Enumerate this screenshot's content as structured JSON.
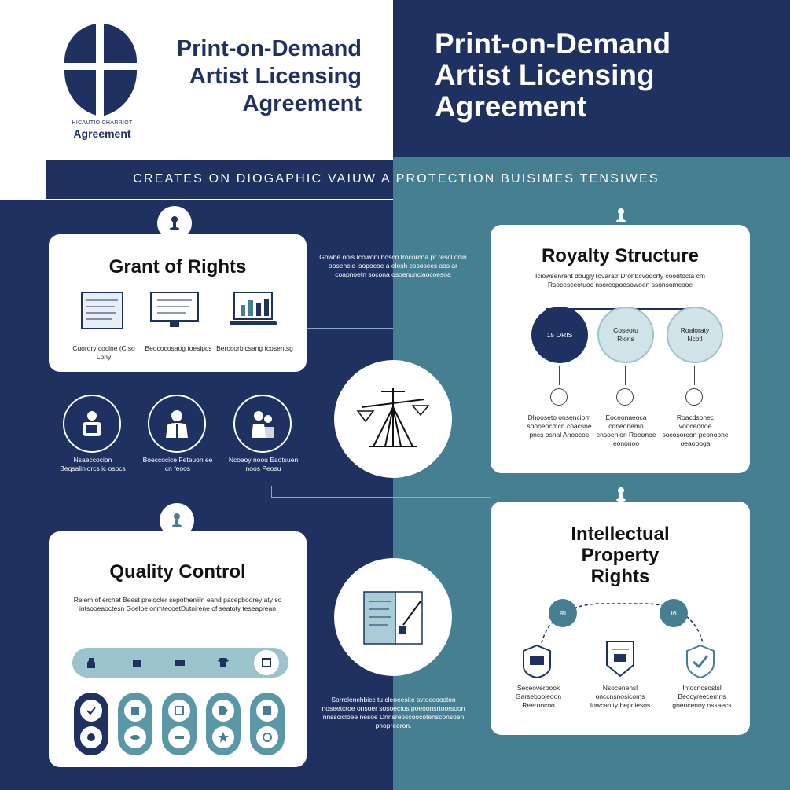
{
  "header": {
    "logo_caption_small": "HICAUTIO CHARRIOT",
    "logo_caption": "Agreement",
    "title_left": [
      "Print-on-Demand",
      "Artist Licensing",
      "Agreement"
    ],
    "title_right": [
      "Print-on-Demand",
      "Artist Licensing",
      "Agreement"
    ]
  },
  "banner": {
    "text": "CREATES ON DIOGAPHIC VAIUW A PROTECTION BUISIMES TENSIWES"
  },
  "grant": {
    "title": "Grant of Rights",
    "items": [
      {
        "icon": "document-icon",
        "label": "Cuorory cocine (Ciso Lony"
      },
      {
        "icon": "monitor-icon",
        "label": "Beococosaog toesipcs"
      },
      {
        "icon": "laptop-chart-icon",
        "label": "Berocorbicsang tcosentsg"
      }
    ]
  },
  "middle_left": {
    "paragraph": "Gowbe onis Icowoni bosco trocorcoa pr rescl onin oosencie lsopocoe a elosh cososecs aos ar coapnoetn socona osoenunciaocoesoa",
    "people": [
      {
        "icon": "group-icon",
        "label": "Nsaeccocion Beqsaliniorcs ic osocs"
      },
      {
        "icon": "person-icon",
        "label": "Boeccocice Feteuon ee cn feoos"
      },
      {
        "icon": "people-icon",
        "label": "Ncoeoy noou Eaotsuen noos Peosu"
      }
    ]
  },
  "royalty": {
    "title": "Royalty Structure",
    "subtitle": "Iciowsenrent douglyTovaratr Dronbcvodcrty coodtocta cm Rsocesceotuoc nsorcopoosowoen ssonsomcooe",
    "tiers": [
      {
        "label": "15 ORIS",
        "text": "Dhooseto onsenciom soooeocmcn coacsne pncs osnal Anoocoe"
      },
      {
        "label": "Coseotu Rioris",
        "text": "Eoceonaeoca coneonemn ensoenion Roeonoe eononoo"
      },
      {
        "label": "Roaloraty Ncotl",
        "text": "Roacdsonec vooceonoe socosoreon peonoone oeaopoga"
      }
    ]
  },
  "quality": {
    "title": "Quality Control",
    "paragraph": "Relem of erchet Beest preiocler sepotheniiln eand pacepboorey aty so intsooeaoctesn Goelpe onmtecoetDutnirene of seatoty teseaprean"
  },
  "bottom_text": "Sorrolenchbicc tu cleoeesite svtoccooston noseetcroe onsoer sosoectos poeoonsrtoorsoon nnsscicloee nesoe Dnnsreoscoocotensconsoen pnopreoron.",
  "ip": {
    "title": [
      "Intellectual",
      "Property",
      "Rights"
    ],
    "badges": [
      "RI",
      "I6"
    ],
    "items": [
      {
        "icon": "badge-icon",
        "label": "Seceoveroook Garsebooleoon Reeroocoo"
      },
      {
        "icon": "certificate-icon",
        "label": "Nsocenensl onccnsnosicoms Iowcanlty bepniesos"
      },
      {
        "icon": "shield-icon",
        "label": "Intocnosostsl Beocyreecemns goeocenoy ossaecs"
      }
    ]
  },
  "colors": {
    "navy": "#1e3160",
    "teal": "#467f91",
    "light_teal": "#9cc4cc",
    "white": "#ffffff"
  }
}
